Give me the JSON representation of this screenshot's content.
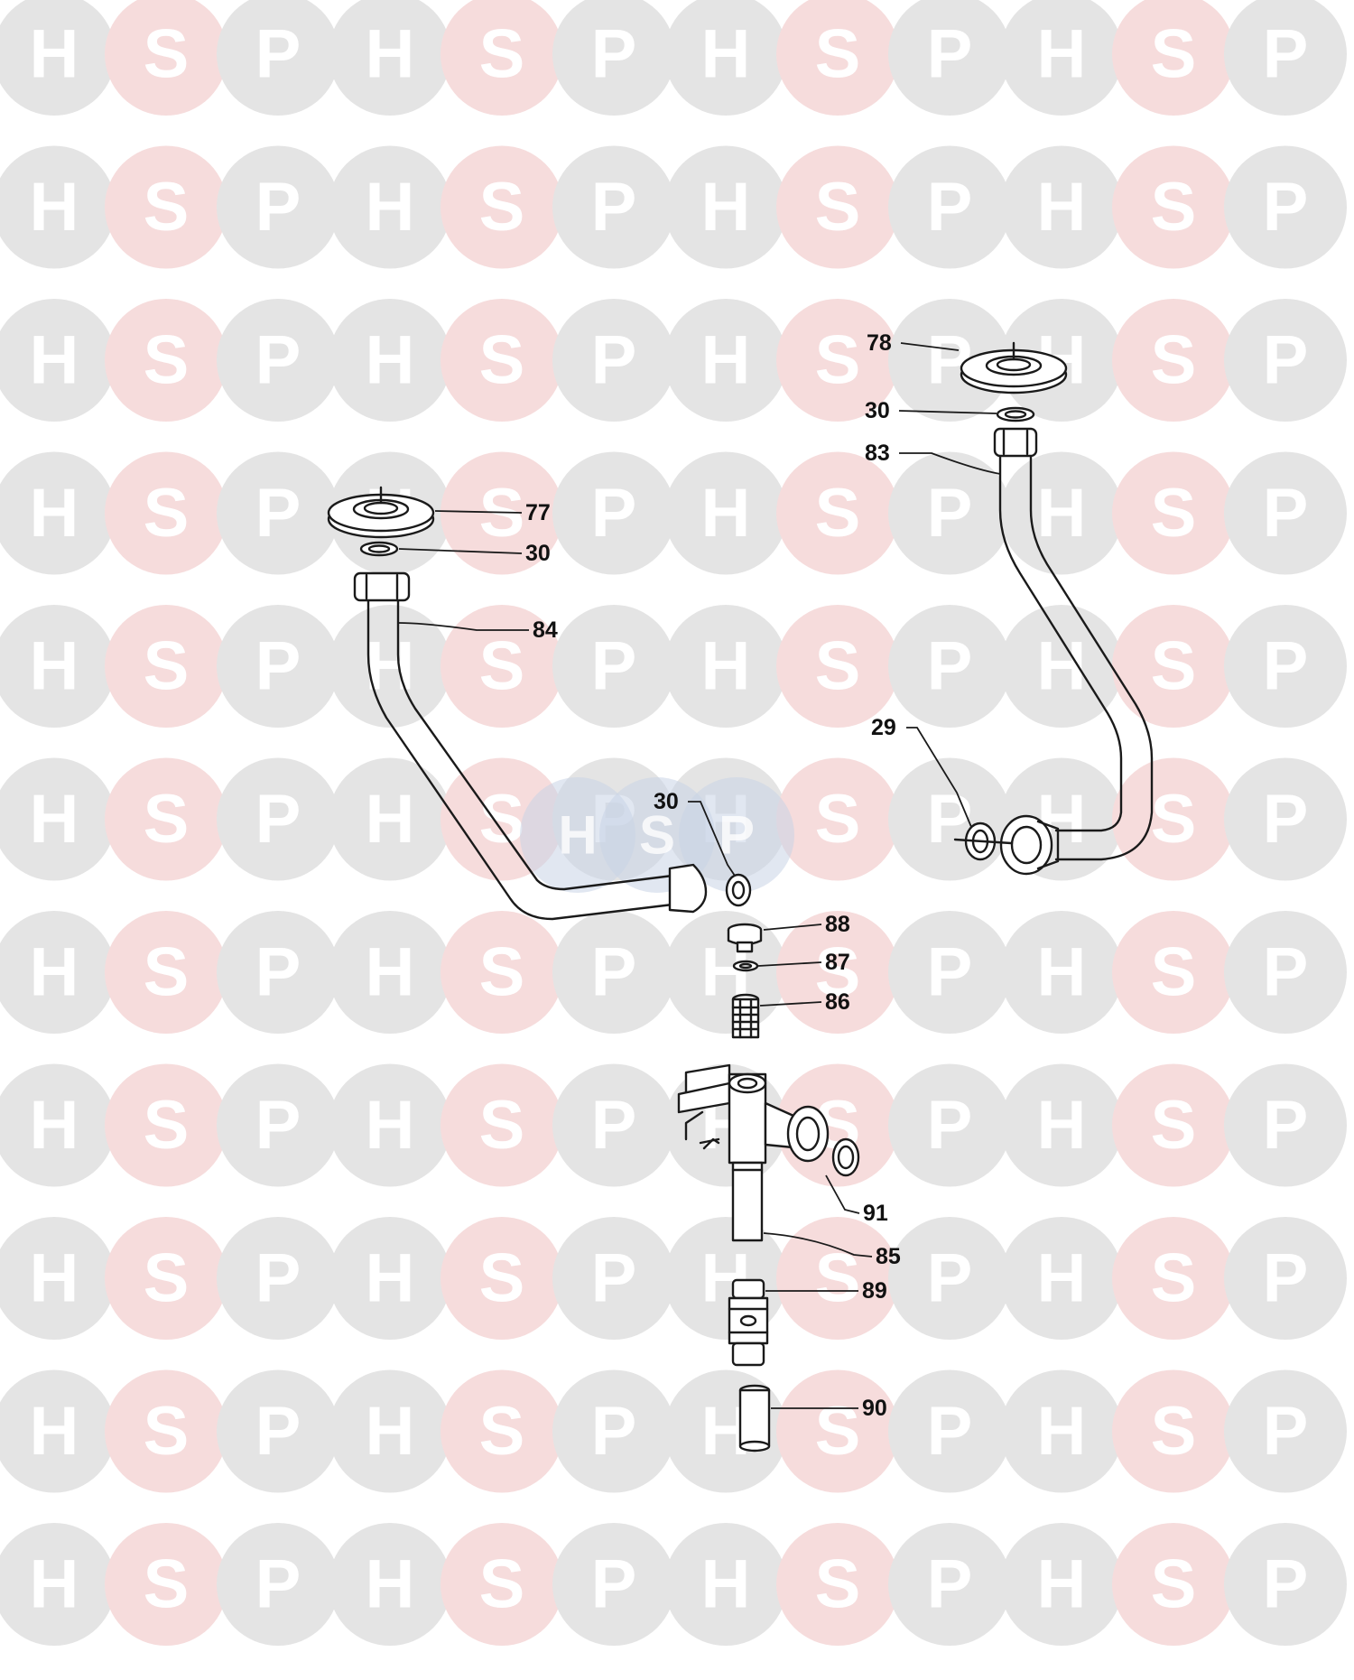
{
  "watermark": {
    "letters": [
      "H",
      "S",
      "P"
    ],
    "colors": {
      "H": "#e4e4e4",
      "S": "#f6dcdc",
      "P": "#e4e4e4",
      "S_center": "#f0b7b7"
    },
    "center_tint": "#c9d3e6"
  },
  "callouts": [
    {
      "id": "label-78",
      "text": "78"
    },
    {
      "id": "label-30-right",
      "text": "30"
    },
    {
      "id": "label-83",
      "text": "83"
    },
    {
      "id": "label-77",
      "text": "77"
    },
    {
      "id": "label-30-left",
      "text": "30"
    },
    {
      "id": "label-84",
      "text": "84"
    },
    {
      "id": "label-29",
      "text": "29"
    },
    {
      "id": "label-30-center",
      "text": "30"
    },
    {
      "id": "label-88",
      "text": "88"
    },
    {
      "id": "label-87",
      "text": "87"
    },
    {
      "id": "label-86",
      "text": "86"
    },
    {
      "id": "label-91",
      "text": "91"
    },
    {
      "id": "label-85",
      "text": "85"
    },
    {
      "id": "label-89",
      "text": "89"
    },
    {
      "id": "label-90",
      "text": "90"
    }
  ]
}
